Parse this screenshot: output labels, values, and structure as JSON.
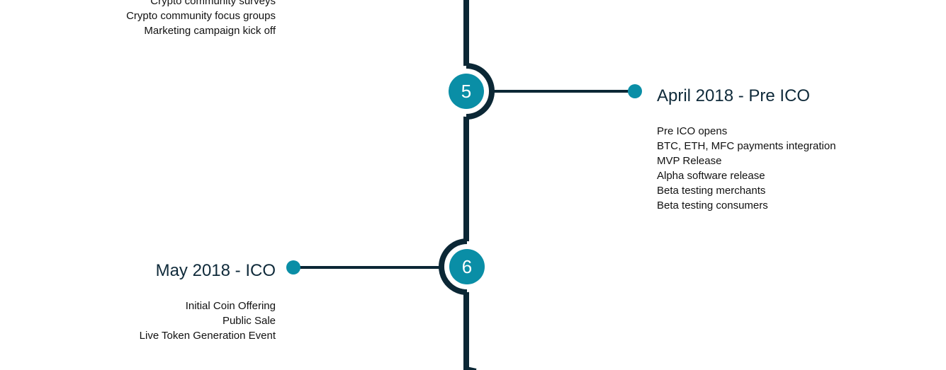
{
  "colors": {
    "line": "#0b2735",
    "accent": "#0a8ea6",
    "text": "#111111",
    "heading": "#0f2a3a"
  },
  "timeline": {
    "previous_items": [
      "Crypto community surveys",
      "Crypto community focus groups",
      "Marketing campaign kick off"
    ],
    "milestones": [
      {
        "number": "5",
        "title": "April 2018 - Pre ICO",
        "items": [
          "Pre ICO opens",
          "BTC, ETH, MFC payments integration",
          "MVP Release",
          "Alpha software release",
          "Beta testing merchants",
          "Beta testing consumers"
        ]
      },
      {
        "number": "6",
        "title": "May 2018 - ICO",
        "items": [
          "Initial Coin Offering",
          "Public Sale",
          "Live Token Generation Event"
        ]
      }
    ]
  }
}
